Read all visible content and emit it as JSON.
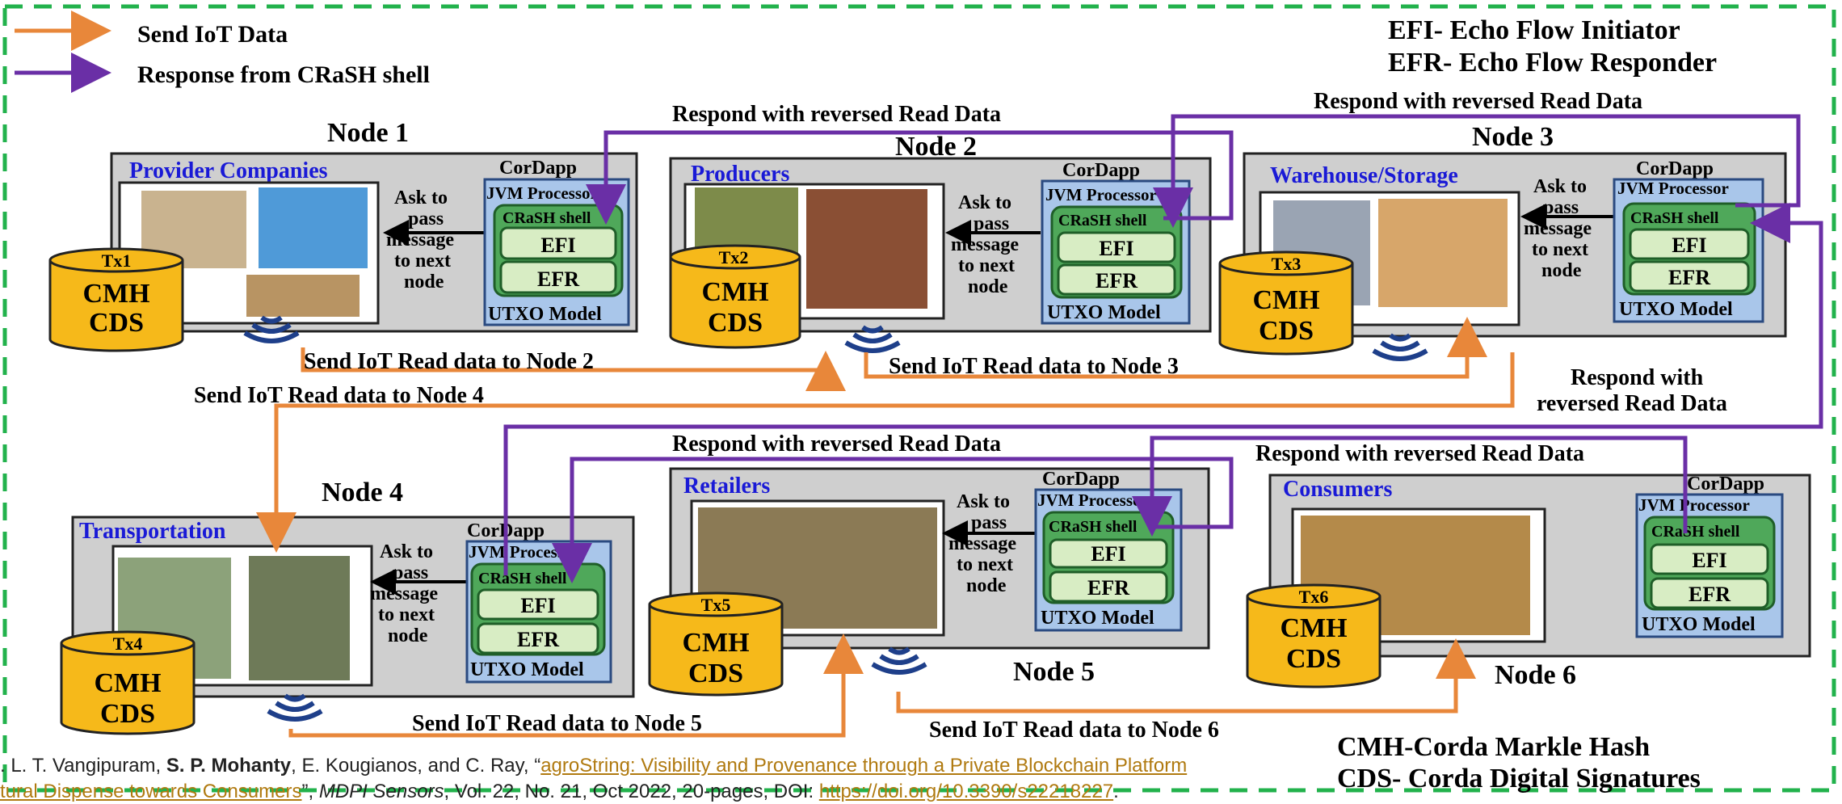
{
  "legend": {
    "send_iot": "Send IoT Data",
    "response": "Response from CRaSH shell",
    "efi_def": "EFI- Echo Flow Initiator",
    "efr_def": "EFR- Echo Flow Responder",
    "cmh_def": "CMH-Corda Markle Hash",
    "cds_def": "CDS- Corda Digital Signatures"
  },
  "common": {
    "cordapp": "CorDapp",
    "jvm": "JVM Processor",
    "crash": "CRaSH shell",
    "efi": "EFI",
    "efr": "EFR",
    "utxo": "UTXO Model",
    "cmh": "CMH",
    "cds": "CDS",
    "ask_1": "Ask to",
    "ask_2": "pass",
    "ask_3": "message",
    "ask_4": "to next",
    "ask_5": "node"
  },
  "nodes": [
    {
      "title": "Node 1",
      "role": "Provider Companies",
      "tx": "Tx1"
    },
    {
      "title": "Node 2",
      "role": "Producers",
      "tx": "Tx2"
    },
    {
      "title": "Node 3",
      "role": "Warehouse/Storage",
      "tx": "Tx3"
    },
    {
      "title": "Node 4",
      "role": "Transportation",
      "tx": "Tx4"
    },
    {
      "title": "Node 5",
      "role": "Retailers",
      "tx": "Tx5"
    },
    {
      "title": "Node 6",
      "role": "Consumers",
      "tx": "Tx6"
    }
  ],
  "flows": {
    "send_n2": "Send IoT Read data to Node 2",
    "send_n3": "Send IoT Read data  to Node 3",
    "send_n4": "Send IoT Read data  to Node 4",
    "send_n5": "Send IoT Read data  to Node 5",
    "send_n6": "Send IoT Read data  to Node 6",
    "resp_top12": "Respond with reversed Read Data",
    "resp_top3": "Respond with reversed  Read Data",
    "resp_right_1": "Respond with",
    "resp_right_2": "reversed Read Data",
    "resp_45": "Respond with reversed Read Data",
    "resp_56": "Respond with reversed Read Data"
  },
  "citation": {
    "line1_a": ". L. T. Vangipuram, ",
    "line1_b": "S. P. Mohanty",
    "line1_c": ", E. Kougianos, and C. Ray, “",
    "line1_link": "agroString: Visibility and Provenance through a Private Blockchain Platform",
    "line2_link": "tural Dispense towards Consumers",
    "line2_a": "”, ",
    "line2_journal": "MDPI Sensors",
    "line2_b": ", Vol. 22, No. 21, Oct 2022, 20-pages, DOI: ",
    "line2_doi": "https://doi.org/10.3390/s22218227",
    "line2_end": "."
  },
  "colors": {
    "send_arrow": "#e8873a",
    "response_arrow": "#6a2fa6",
    "border_dash": "#22b24c",
    "role_title": "#1a1ad6"
  }
}
